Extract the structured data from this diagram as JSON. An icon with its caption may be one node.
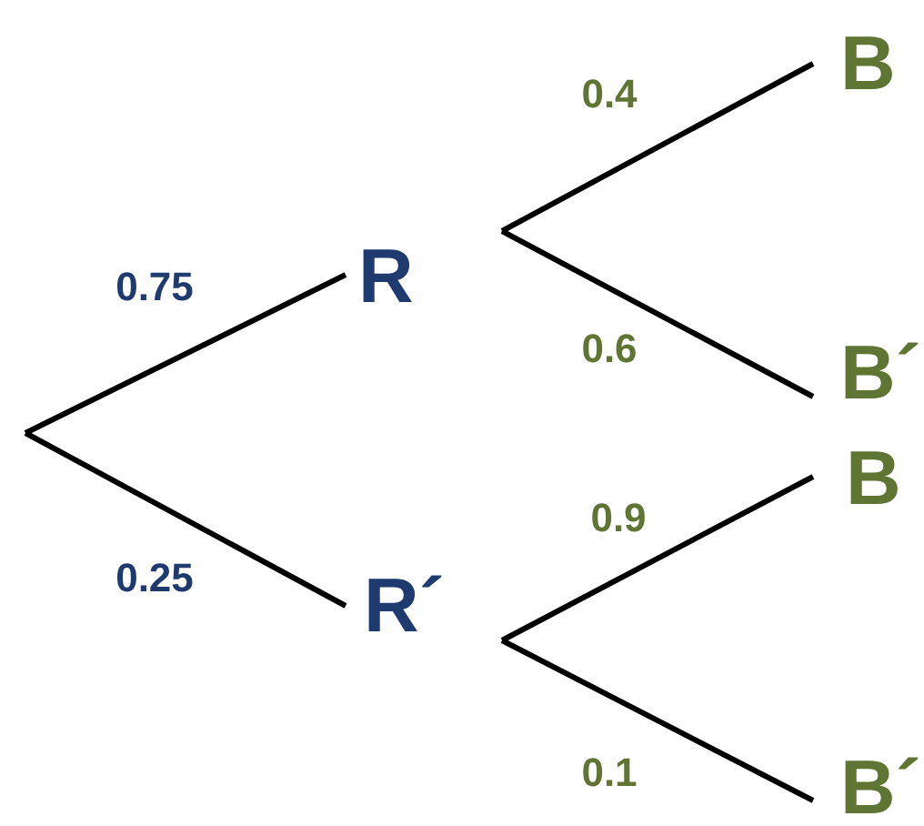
{
  "diagram": {
    "nodes": [
      {
        "text": [
          "R"
        ]
      },
      {
        "text": [
          "R´"
        ]
      },
      {
        "text": [
          "B"
        ]
      },
      {
        "text": [
          "B´"
        ]
      },
      {
        "text": [
          "B"
        ]
      },
      {
        "text": [
          "B´"
        ]
      }
    ],
    "edges": [
      {
        "from": null,
        "to": 0,
        "arrow": "none",
        "label": "0.75"
      },
      {
        "from": null,
        "to": 1,
        "arrow": "none",
        "label": "0.25"
      },
      {
        "from": 0,
        "to": 2,
        "arrow": "none",
        "label": "0.4"
      },
      {
        "from": 0,
        "to": 3,
        "arrow": "none",
        "label": "0.6"
      },
      {
        "from": 1,
        "to": 4,
        "arrow": "none",
        "label": "0.9"
      },
      {
        "from": 1,
        "to": 5,
        "arrow": "none",
        "label": "0.1"
      }
    ]
  }
}
